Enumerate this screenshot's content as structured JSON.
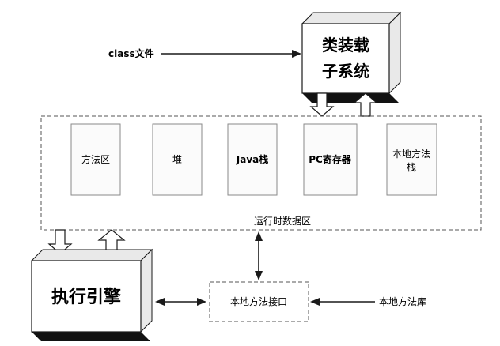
{
  "diagram": {
    "class_file": {
      "label": "class文件"
    },
    "class_loader": {
      "label": "类装载子系统",
      "line1": "类装载",
      "line2": "子系统"
    },
    "runtime_data_area": {
      "label": "运行时数据区",
      "regions": [
        {
          "label": "方法区"
        },
        {
          "label": "堆"
        },
        {
          "label": "Java栈"
        },
        {
          "label": "PC寄存器"
        },
        {
          "label": "本地方法栈",
          "line1": "本地方法",
          "line2": "栈"
        }
      ]
    },
    "execution_engine": {
      "label": "执行引擎"
    },
    "native_interface": {
      "label": "本地方法接口"
    },
    "native_library": {
      "label": "本地方法库"
    }
  }
}
